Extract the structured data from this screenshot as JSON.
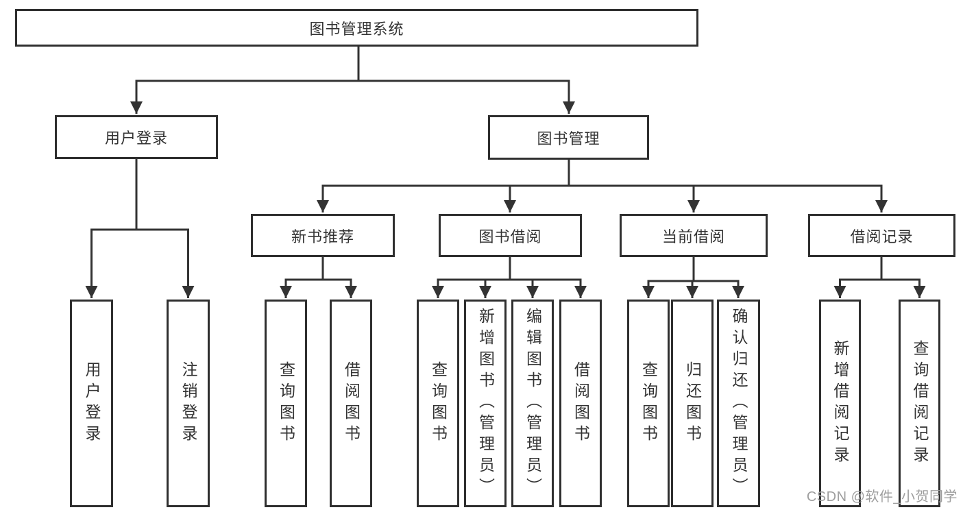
{
  "diagram": {
    "type": "hierarchy-tree",
    "colors": {
      "background": "#ffffff",
      "node_border": "#2f2f2f",
      "connector": "#333333",
      "text": "#333333",
      "watermark": "#9e9e9e"
    },
    "watermark": {
      "text": "CSDN @软件_小贺同学"
    }
  },
  "nodes": {
    "root": {
      "label": "图书管理系统",
      "level": 1,
      "parent": null
    },
    "user_login": {
      "label": "用户登录",
      "level": 2,
      "parent": "root"
    },
    "book_mgmt": {
      "label": "图书管理",
      "level": 2,
      "parent": "root"
    },
    "new_book": {
      "label": "新书推荐",
      "level": 3,
      "parent": "book_mgmt"
    },
    "book_borrow": {
      "label": "图书借阅",
      "level": 3,
      "parent": "book_mgmt"
    },
    "current_borrow": {
      "label": "当前借阅",
      "level": 3,
      "parent": "book_mgmt"
    },
    "borrow_record": {
      "label": "借阅记录",
      "level": 3,
      "parent": "book_mgmt"
    },
    "leaf_user_login": {
      "label": "用户登录",
      "level": 4,
      "parent": "user_login"
    },
    "leaf_logout": {
      "label": "注销登录",
      "level": 4,
      "parent": "user_login"
    },
    "leaf_query_book_new": {
      "label": "查询图书",
      "level": 4,
      "parent": "new_book"
    },
    "leaf_borrow_book_new": {
      "label": "借阅图书",
      "level": 4,
      "parent": "new_book"
    },
    "leaf_query_book_bor": {
      "label": "查询图书",
      "level": 4,
      "parent": "book_borrow"
    },
    "leaf_add_book": {
      "label": "新增图书（管理员）",
      "level": 4,
      "parent": "book_borrow"
    },
    "leaf_edit_book": {
      "label": "编辑图书（管理员）",
      "level": 4,
      "parent": "book_borrow"
    },
    "leaf_borrow_book": {
      "label": "借阅图书",
      "level": 4,
      "parent": "book_borrow"
    },
    "leaf_query_book_cur": {
      "label": "查询图书",
      "level": 4,
      "parent": "current_borrow"
    },
    "leaf_return_book": {
      "label": "归还图书",
      "level": 4,
      "parent": "current_borrow"
    },
    "leaf_confirm_return": {
      "label": "确认归还（管理员）",
      "level": 4,
      "parent": "current_borrow"
    },
    "leaf_add_record": {
      "label": "新增借阅记录",
      "level": 4,
      "parent": "borrow_record"
    },
    "leaf_query_record": {
      "label": "查询借阅记录",
      "level": 4,
      "parent": "borrow_record"
    }
  }
}
